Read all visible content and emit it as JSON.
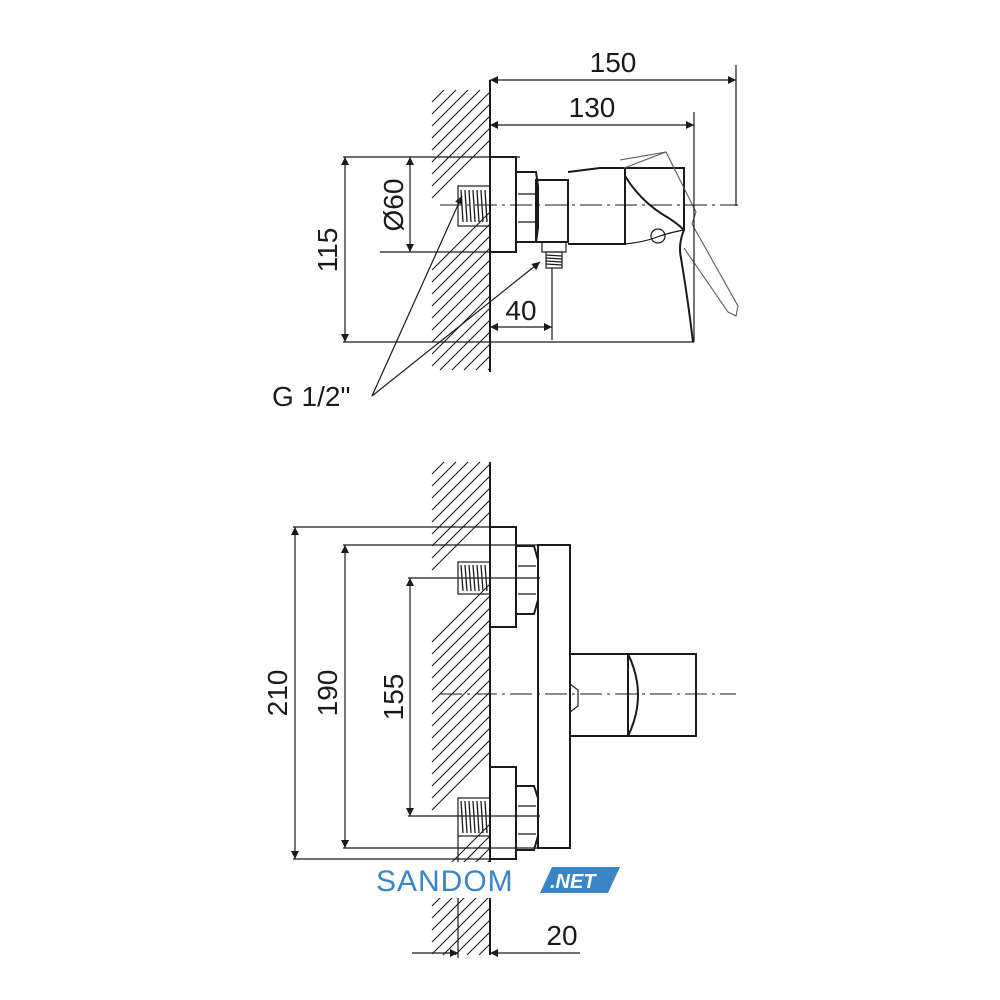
{
  "top_view": {
    "dimensions": {
      "overall_depth": "150",
      "body_depth": "130",
      "height": "115",
      "flange_diameter": "Ø60",
      "outlet_offset": "40"
    },
    "thread_label": "G 1/2\""
  },
  "front_view": {
    "dimensions": {
      "overall_height": "210",
      "flange_span": "190",
      "inlet_spacing": "155",
      "wall_offset": "20"
    }
  },
  "watermark": {
    "name": "SANDOM",
    "suffix": ".NET",
    "colors": {
      "text": "#3a85c6",
      "badge": "#3a85c6"
    }
  }
}
